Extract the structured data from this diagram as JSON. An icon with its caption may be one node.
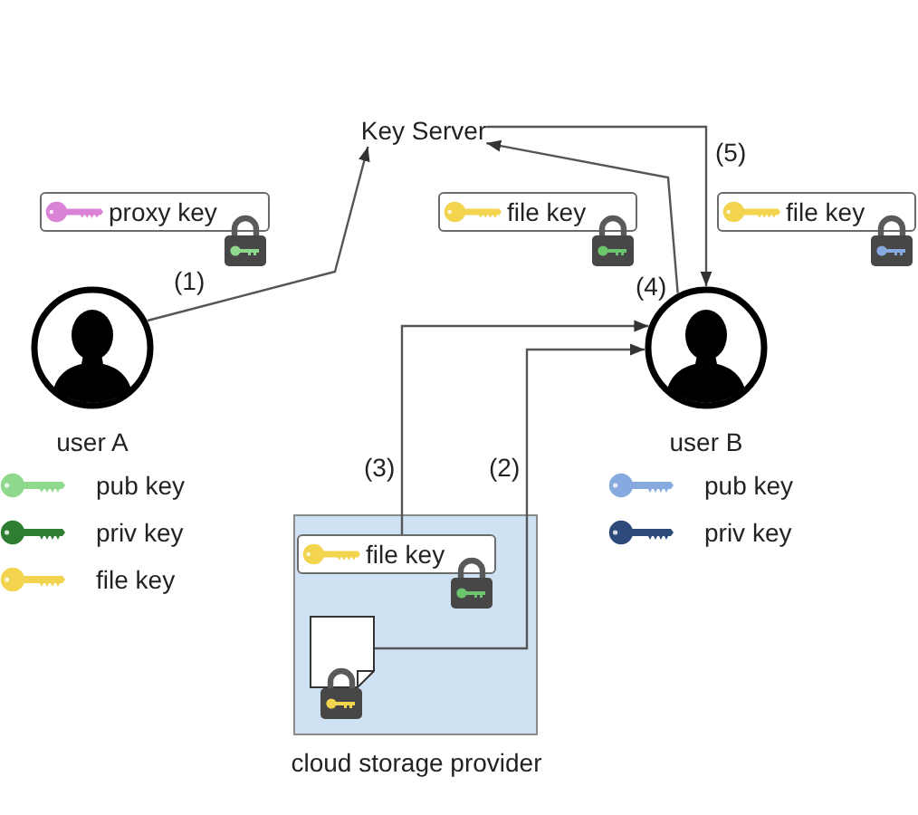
{
  "diagram": {
    "nodes": [
      {
        "text": [
          "Key Server"
        ]
      },
      {
        "text": [
          "proxy key"
        ]
      },
      {
        "text": [
          "file key"
        ]
      },
      {
        "text": [
          "file key"
        ]
      },
      {
        "text": [
          "user A"
        ]
      },
      {
        "text": [
          "user B"
        ]
      },
      {
        "text": [
          "cloud storage provider"
        ]
      },
      {
        "text": [
          "file key"
        ],
        "in": 6
      },
      {
        "text": [],
        "shape": "document",
        "in": 6
      }
    ],
    "edges": [
      {
        "from": 4,
        "to": 0,
        "arrow": "to",
        "label": "(1)"
      },
      {
        "from": 8,
        "to": 5,
        "arrow": "to",
        "label": "(2)"
      },
      {
        "from": 7,
        "to": 5,
        "arrow": "to",
        "label": "(3)"
      },
      {
        "from": 5,
        "to": 0,
        "arrow": "to",
        "label": "(4)"
      },
      {
        "from": 0,
        "to": 5,
        "arrow": "to",
        "label": "(5)"
      }
    ],
    "legend": [
      {
        "text": "pub key",
        "color": "#8fd98f"
      },
      {
        "text": "priv key",
        "color": "#2e7d32"
      },
      {
        "text": "file key",
        "color": "#f2d44e"
      },
      {
        "text": "pub key",
        "color": "#86a9e0"
      },
      {
        "text": "priv key",
        "color": "#2d4a7a"
      }
    ]
  }
}
